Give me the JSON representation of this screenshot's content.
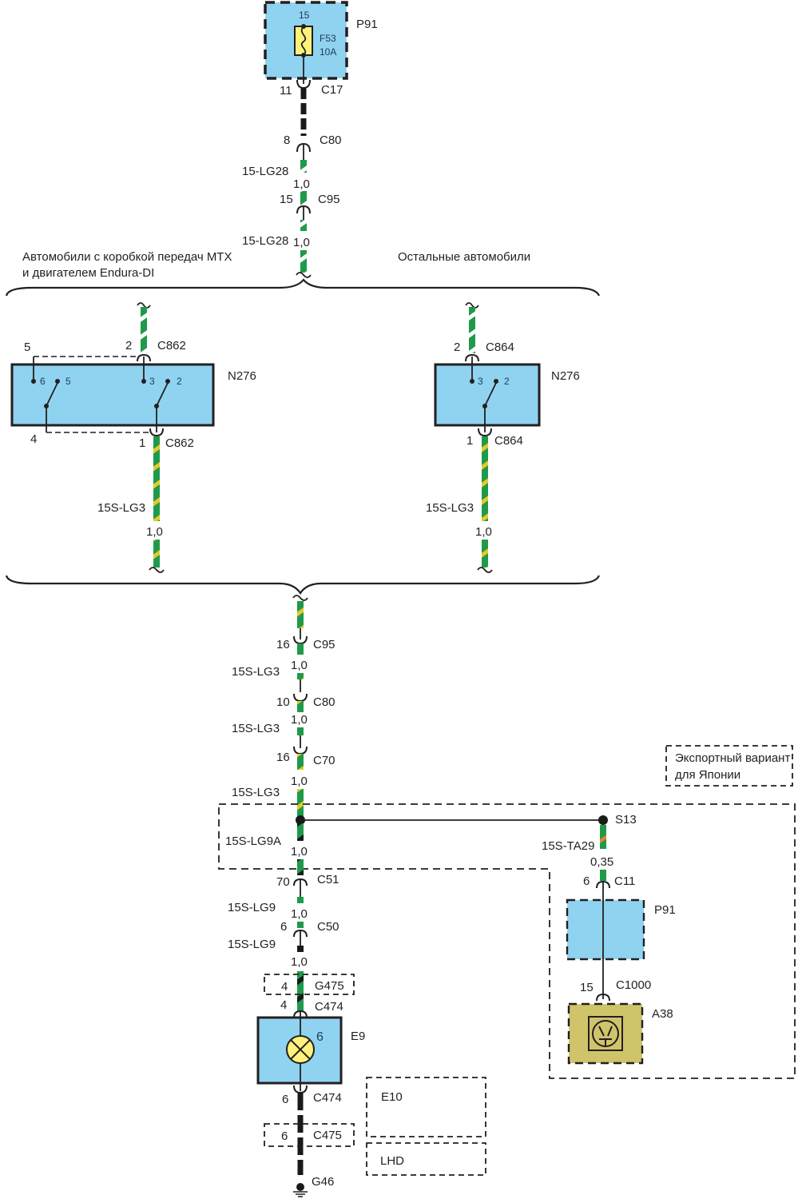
{
  "colors": {
    "module_fill": "#8fd3f0",
    "fuse_fill": "#fff27a",
    "lamp_fill": "#fff27a",
    "a38_fill": "#cfc46a",
    "wire_green": "#1f9a4a",
    "wire_yellow": "#e3c92b",
    "wire_white": "#ffffff",
    "wire_black": "#1a1a1a",
    "wire_orange": "#e8822a",
    "line": "#231f20"
  },
  "top": {
    "module": "P91",
    "fuse_pin": "15",
    "fuse_name": "F53",
    "fuse_rating": "10A",
    "c17": {
      "pin": "11",
      "name": "C17"
    },
    "c80": {
      "pin": "8",
      "name": "C80"
    },
    "wire1": {
      "code": "15-LG28",
      "size": "1,0"
    },
    "c95": {
      "pin": "15",
      "name": "C95"
    },
    "wire2": {
      "code": "15-LG28",
      "size": "1,0"
    }
  },
  "branches": {
    "left_caption_line1": "Автомобили с коробкой передач MTX",
    "left_caption_line2": "и двигателем Endura-DI",
    "right_caption": "Остальные автомобили"
  },
  "left_switch": {
    "module": "N276",
    "top_connector": {
      "pin": "2",
      "name": "C862"
    },
    "bottom_connector": {
      "pin": "1",
      "name": "C862"
    },
    "ext_pin_top": "5",
    "ext_pin_bottom": "4",
    "inner_pins": [
      "6",
      "5",
      "3",
      "2"
    ],
    "wire": {
      "code": "15S-LG3",
      "size": "1,0"
    }
  },
  "right_switch": {
    "module": "N276",
    "top_connector": {
      "pin": "2",
      "name": "C864"
    },
    "bottom_connector": {
      "pin": "1",
      "name": "C864"
    },
    "inner_pins": [
      "3",
      "2"
    ],
    "wire": {
      "code": "15S-LG3",
      "size": "1,0"
    }
  },
  "lower": {
    "c95": {
      "pin": "16",
      "name": "C95"
    },
    "w1": {
      "code": "15S-LG3",
      "size": "1,0"
    },
    "c80": {
      "pin": "10",
      "name": "C80"
    },
    "w2": {
      "code": "15S-LG3",
      "size": "1,0"
    },
    "c70": {
      "pin": "16",
      "name": "C70"
    },
    "w3": {
      "code": "15S-LG3",
      "size": "1,0"
    },
    "w4": {
      "code": "15S-LG3"
    },
    "w5": {
      "code": "15S-LG9A",
      "size": "1,0"
    },
    "c51": {
      "pin": "70",
      "name": "C51"
    },
    "w6": {
      "code": "15S-LG9",
      "size": "1,0"
    },
    "c50": {
      "pin": "6",
      "name": "C50"
    },
    "w7": {
      "code": "15S-LG9",
      "size": "1,0"
    },
    "g475": {
      "pin": "4",
      "name": "G475"
    },
    "c474_top": {
      "pin": "4",
      "name": "C474"
    },
    "lamp_module": "E9",
    "lamp_pin": "6",
    "c474_bottom": {
      "pin": "6",
      "name": "C474"
    },
    "c475": {
      "pin": "6",
      "name": "C475"
    },
    "ground": "G46",
    "e10_label": "E10",
    "lhd_label": "LHD"
  },
  "japan": {
    "caption_line1": "Экспортный вариант",
    "caption_line2": "для Японии",
    "splice": "S13",
    "wire": {
      "code": "15S-TA29",
      "size": "0,35"
    },
    "c11": {
      "pin": "6",
      "name": "C11"
    },
    "module": "P91",
    "c1000": {
      "pin": "15",
      "name": "C1000"
    },
    "sensor": "A38"
  }
}
